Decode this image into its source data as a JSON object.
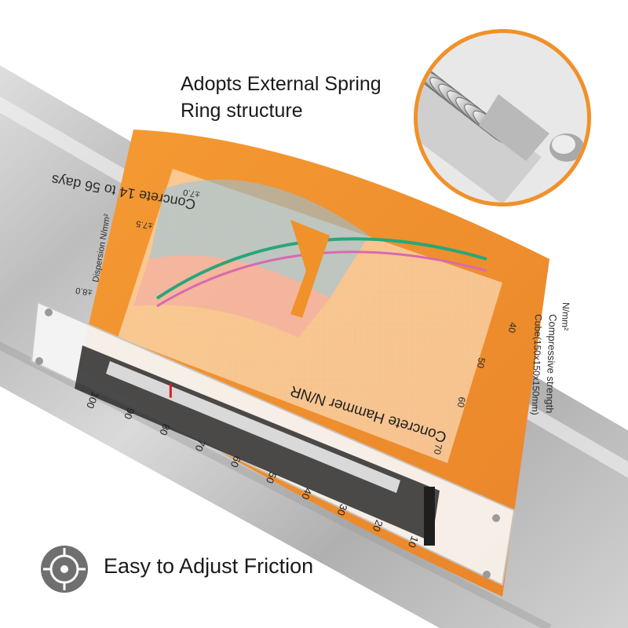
{
  "callout": {
    "line1": "Adopts External Spring",
    "line2": "Ring structure"
  },
  "feature": {
    "label": "Easy to Adjust Friction",
    "icon": "target-crosshair-icon"
  },
  "label_sheet": {
    "title": "Concrete Hammer N/NR",
    "curve_caption": "Concrete 14 to 56 days",
    "dispersion_label": "Dispersion N/mm²",
    "strength_label_1": "Compressive strength",
    "strength_label_2": "Cube(150x150x150mm)",
    "strength_unit": "N/mm²",
    "dispersion_values": [
      "±8.0",
      "±7.5",
      "±7.0"
    ],
    "strength_ticks": [
      "40",
      "50",
      "60",
      "70"
    ]
  },
  "scale": {
    "ticks": [
      "100",
      "90",
      "80",
      "70",
      "60",
      "50",
      "40",
      "30",
      "20",
      "10"
    ],
    "marker_reading": 85
  },
  "colors": {
    "label_orange": "#f0912a",
    "callout_ring": "#f0912a",
    "icon_gray": "#6f6f6f"
  }
}
